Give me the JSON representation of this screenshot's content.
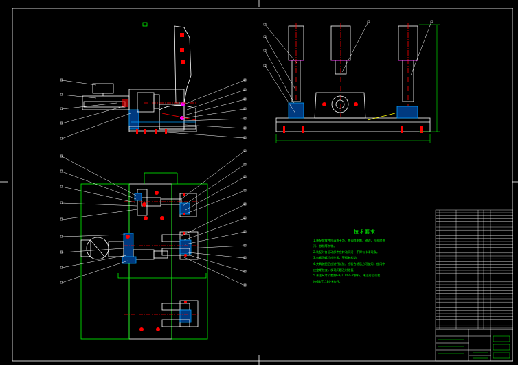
{
  "drawing": {
    "tech_requirements": {
      "title": "技术要求",
      "lines": [
        "1.装配前零件应清洗干净，并去除毛刺、锐边，应去除油",
        "污、铁锈等杂物。",
        "2.装配时各运动部件应转动灵活，不得有卡滞现象。",
        "3.各紧固螺钉应拧紧，不得有松动。",
        "4.夹具装配后应进行试验，检验合格后方可使用，使用中",
        "应定期检查，发现问题及时修复。",
        "5.未注尺寸公差按GB/T1804-m执行，未注形位公差",
        "按GB/T1184-K执行。"
      ]
    },
    "colors": {
      "background": "#000000",
      "outline": "#ffffff",
      "dimension": "#00ff00",
      "center": "#ff0000",
      "highlight": "#ff00ff",
      "hatch": "#00a0ff",
      "section": "#00ffff"
    }
  }
}
